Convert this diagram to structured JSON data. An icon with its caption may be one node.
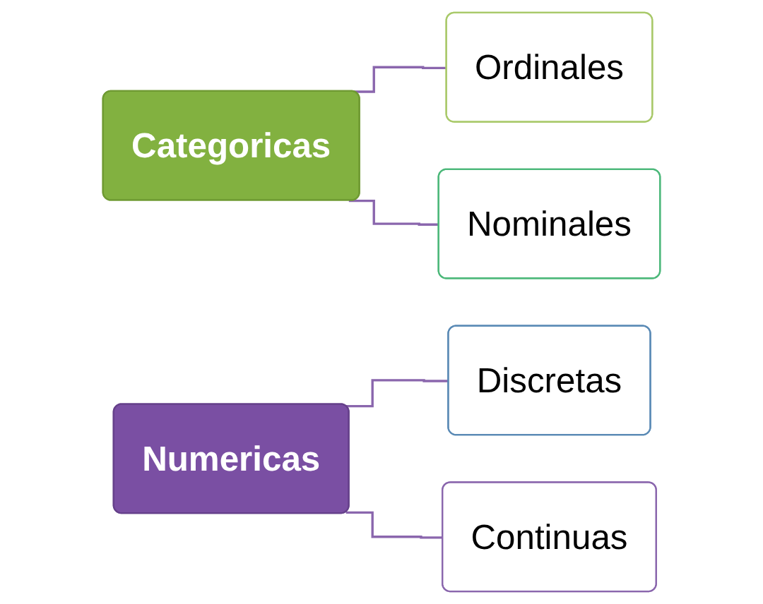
{
  "diagram": {
    "nodes": [
      {
        "text": [
          "Categoricas"
        ]
      },
      {
        "text": [
          "Ordinales"
        ]
      },
      {
        "text": [
          "Nominales"
        ]
      },
      {
        "text": [
          "Numericas"
        ]
      },
      {
        "text": [
          "Discretas"
        ]
      },
      {
        "text": [
          "Continuas"
        ]
      }
    ],
    "edges": [
      {
        "from": 0,
        "to": 1,
        "arrow": "none"
      },
      {
        "from": 0,
        "to": 2,
        "arrow": "none"
      },
      {
        "from": 3,
        "to": 4,
        "arrow": "none"
      },
      {
        "from": 3,
        "to": 5,
        "arrow": "none"
      }
    ]
  }
}
